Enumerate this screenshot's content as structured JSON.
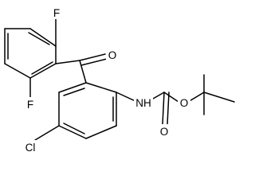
{
  "diagram": {
    "type": "chemical-structure",
    "atom_labels": {
      "f_top": "F",
      "f_bottom": "F",
      "carbonyl_oxygen": "O",
      "amine": "NH",
      "ester_oxygen": "O",
      "carbamate_oxygen": "O",
      "chlorine": "Cl"
    }
  }
}
